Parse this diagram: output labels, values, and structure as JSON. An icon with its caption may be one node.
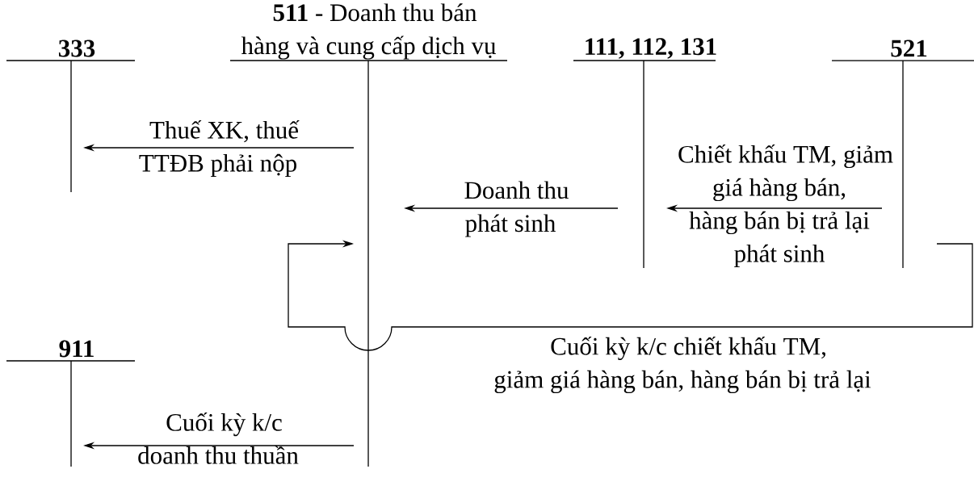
{
  "diagram": {
    "nodes": [
      {
        "text": [
          "333"
        ]
      },
      {
        "text": [
          "**511** - Doanh thu bán hàng và cung cấp dịch vụ"
        ]
      },
      {
        "text": [
          "111, 112, 131"
        ]
      },
      {
        "text": [
          "521"
        ]
      },
      {
        "text": [
          "911"
        ]
      }
    ],
    "edges": [
      {
        "from": 1,
        "to": 0,
        "arrow": "to",
        "label": "Thuế XK, thuế TTĐB phải nộp"
      },
      {
        "from": 2,
        "to": 1,
        "arrow": "to",
        "label": "Doanh thu phát sinh"
      },
      {
        "from": 3,
        "to": 2,
        "arrow": "to",
        "label": "Chiết khấu TM, giảm giá hàng bán, hàng bán bị trả lại phát sinh"
      },
      {
        "from": 3,
        "to": 1,
        "arrow": "to",
        "label": "Cuối kỳ k/c chiết khấu TM, giảm giá hàng bán, hàng bán bị trả lại"
      },
      {
        "from": 1,
        "to": 4,
        "arrow": "to",
        "label": "Cuối kỳ k/c doanh thu thuần"
      }
    ]
  }
}
